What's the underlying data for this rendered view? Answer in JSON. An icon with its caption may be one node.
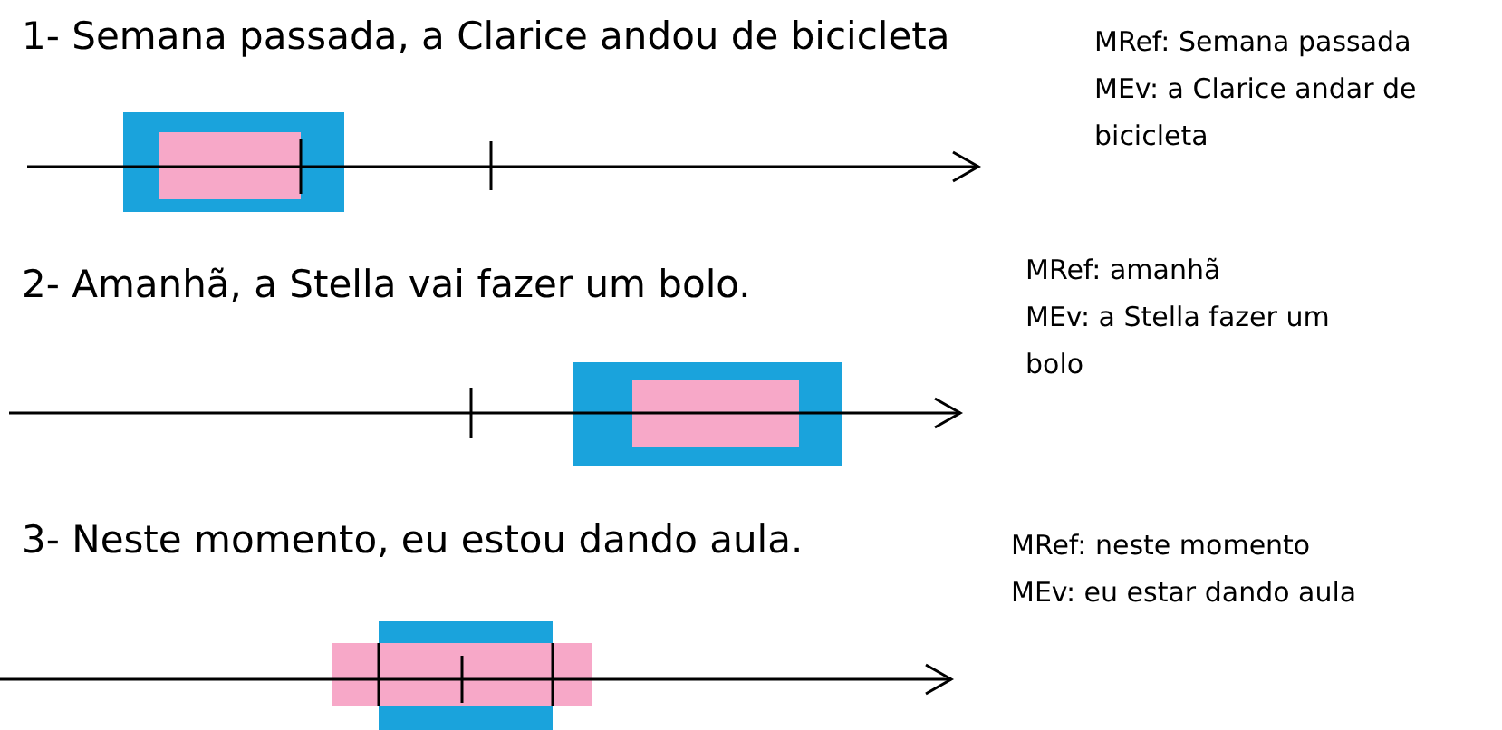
{
  "diagram": {
    "labels": [
      "1- Semana passada, a Clarice andou de bicicleta",
      "MRef: Semana passada",
      "MEv: a Clarice andar de bicicleta",
      "2- Amanhã, a Stella vai fazer um bolo.",
      "MRef: amanhã",
      "MEv: a Stella fazer um bolo",
      "3- Neste momento, eu estou dando aula.",
      "MRef: neste momento",
      "MEv: eu estar dando aula"
    ]
  }
}
